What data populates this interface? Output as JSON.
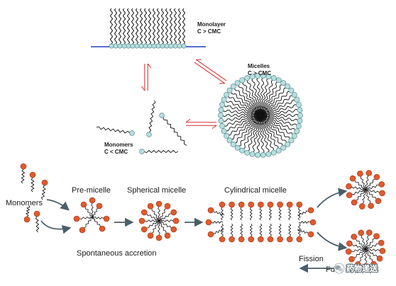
{
  "top": {
    "monolayer": {
      "title": "Monolayer",
      "condition": "C > CMC"
    },
    "micelles": {
      "title": "Micelles",
      "condition": "C > CMC"
    },
    "monomers": {
      "title": "Monomers",
      "condition": "C < CMC"
    }
  },
  "bottom": {
    "monomers": "Monomers",
    "pre_micelle": "Pre-micelle",
    "spherical_micelle": "Spherical micelle",
    "cylindrical_micelle": "Cylindrical micelle",
    "spontaneous_accretion": "Spontaneous accretion",
    "fission": "Fission",
    "fusion_partial": "Fu"
  },
  "watermark": {
    "text": "药物递送",
    "icon": "wechat-icon"
  },
  "colors": {
    "head_top": "#b7dfe0",
    "head_top_stroke": "#5a8a8c",
    "head_bottom": "#e05a2c",
    "head_bottom_stroke": "#9a3010",
    "interface_line": "#1f3fbf",
    "equilibrium_arrow": "#d92c2c",
    "flow_arrow": "#4a5f6a",
    "tail": "#111111"
  }
}
